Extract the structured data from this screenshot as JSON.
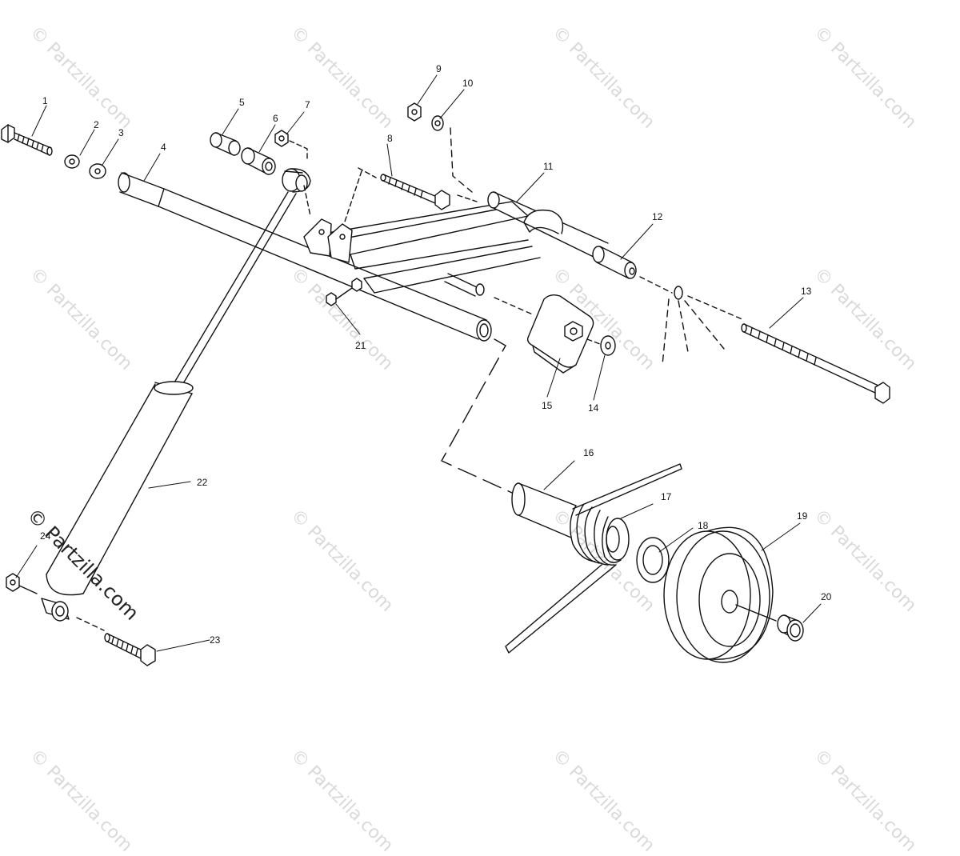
{
  "watermark": "© Partzilla.com",
  "part_numbers": [
    "1",
    "2",
    "3",
    "4",
    "5",
    "6",
    "7",
    "8",
    "9",
    "10",
    "11",
    "12",
    "13",
    "14",
    "15",
    "16",
    "17",
    "18",
    "19",
    "20",
    "21",
    "22",
    "23",
    "24"
  ]
}
